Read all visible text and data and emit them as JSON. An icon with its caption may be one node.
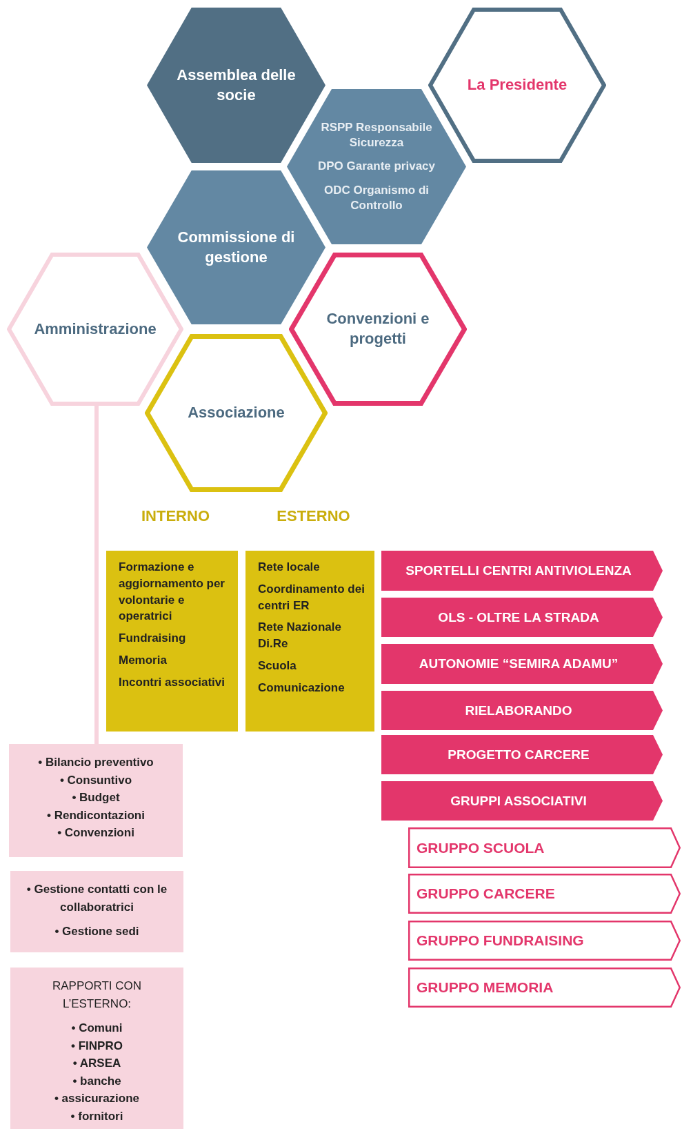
{
  "diagram": {
    "nodes": [
      {
        "text": [
          "Assemblea delle socie"
        ]
      },
      {
        "text": [
          "La Presidente"
        ]
      },
      {
        "text": [
          "RSPP Responsabile Sicurezza",
          "DPO Garante privacy",
          "ODC Organismo di Controllo"
        ]
      },
      {
        "text": [
          "Commissione di gestione"
        ]
      },
      {
        "text": [
          "Amministrazione"
        ]
      },
      {
        "text": [
          "Convenzioni e progetti"
        ]
      },
      {
        "text": [
          "Associazione"
        ]
      },
      {
        "text": [
          "INTERNO",
          "Formazione e aggiornamento per volontarie e operatrici",
          "Fundraising",
          "Memoria",
          "Incontri associativi"
        ]
      },
      {
        "text": [
          "ESTERNO",
          "Rete locale",
          "Coordinamento dei centri ER",
          "Rete Nazionale Di.Re",
          "Scuola",
          "Comunicazione"
        ]
      },
      {
        "text": [
          "SPORTELLI CENTRI ANTIVIOLENZA"
        ]
      },
      {
        "text": [
          "OLS - OLTRE LA STRADA"
        ]
      },
      {
        "text": [
          "AUTONOMIE “SEMIRA ADAMU”"
        ]
      },
      {
        "text": [
          "RIELABORANDO"
        ]
      },
      {
        "text": [
          "PROGETTO CARCERE"
        ]
      },
      {
        "text": [
          "GRUPPI ASSOCIATIVI"
        ]
      },
      {
        "text": [
          "GRUPPO SCUOLA"
        ]
      },
      {
        "text": [
          "GRUPPO CARCERE"
        ]
      },
      {
        "text": [
          "GRUPPO FUNDRAISING"
        ]
      },
      {
        "text": [
          "GRUPPO MEMORIA"
        ]
      },
      {
        "text": [
          "• Bilancio preventivo",
          "• Consuntivo",
          "• Budget",
          "• Rendicontazioni",
          "• Convenzioni"
        ]
      },
      {
        "text": [
          "• Gestione contatti con le collaboratrici",
          "• Gestione sedi"
        ]
      },
      {
        "text": [
          "RAPPORTI CON L’ESTERNO:",
          "• Comuni",
          "• FINPRO",
          "• ARSEA",
          "• banche",
          "• assicurazione",
          "• fornitori"
        ]
      }
    ],
    "edges": [
      {
        "from": 4,
        "to": 19,
        "arrow": "none"
      }
    ]
  }
}
